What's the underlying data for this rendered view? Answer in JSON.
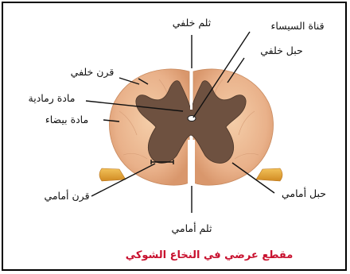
{
  "labels": {
    "posterior_fissure": "ثلم خلفي",
    "central_canal": "قناة السيساء",
    "posterior_funiculus": "حبل خلفي",
    "posterior_horn": "قرن خلفي",
    "gray_matter": "مادة رمادية",
    "white_matter": "مادة بيضاء",
    "anterior_funiculus": "حبل أمامي",
    "anterior_horn": "قرن أمامي",
    "anterior_fissure": "ثلم أمامي"
  },
  "caption": "مقطع عرضي في النخاع الشوكي",
  "colors": {
    "white_matter": "#E9B18A",
    "gray_matter": "#6E5140",
    "roots": "#E4A23A",
    "caption": "#C8102E"
  }
}
